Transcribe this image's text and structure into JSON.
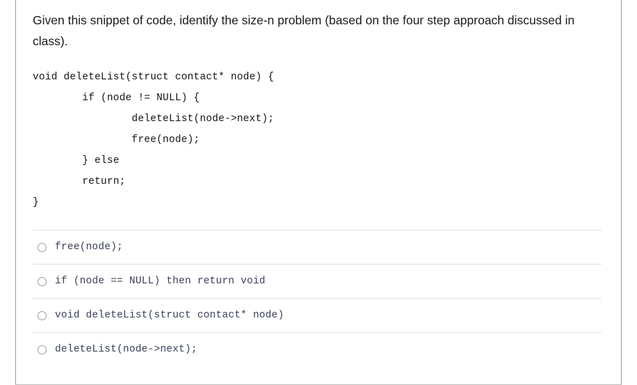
{
  "question": {
    "prompt": "Given this snippet of code, identify the size-n problem (based on the four step approach discussed in class).",
    "code": "void deleteList(struct contact* node) {\n        if (node != NULL) {\n                deleteList(node->next);\n                free(node);\n        } else\n        return;\n}"
  },
  "options": [
    {
      "id": "option-1",
      "label": "free(node);",
      "selected": false
    },
    {
      "id": "option-2",
      "label": "if (node == NULL) then return void",
      "selected": false
    },
    {
      "id": "option-3",
      "label": "void deleteList(struct contact* node)",
      "selected": false
    },
    {
      "id": "option-4",
      "label": "deleteList(node->next);",
      "selected": false
    }
  ],
  "colors": {
    "prompt_text": "#1b1b1b",
    "code_text": "#141414",
    "option_text": "#39405a",
    "radio_border": "#9b9aa6",
    "separator": "#e0e0e0",
    "frame_rule": "#9a9a9a",
    "background": "#ffffff"
  }
}
